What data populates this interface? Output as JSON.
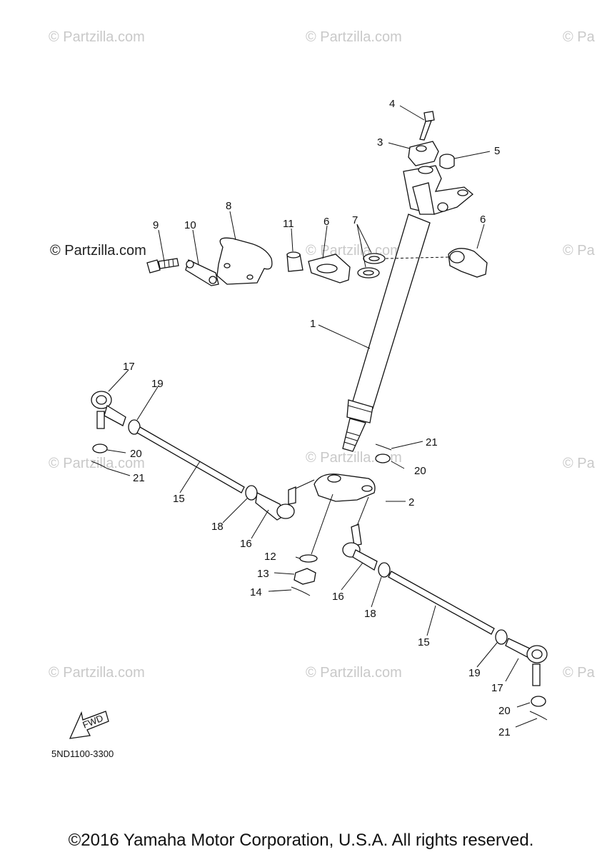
{
  "watermarks": {
    "top_left": "© Partzilla.com",
    "top_mid": "© Partzilla.com",
    "top_right": "© Pa",
    "mid_left": "© Partzilla.com",
    "mid_center": "© Partzilla.com",
    "mid_right": "© Pa",
    "lower_left": "© Partzilla.com",
    "lower_mid": "© Partzilla.com",
    "lower_right": "© Pa",
    "bottom_left": "© Partzilla.com",
    "bottom_mid": "© Partzilla.com",
    "bottom_right": "© Pa"
  },
  "callouts": {
    "c1": "1",
    "c2": "2",
    "c3": "3",
    "c4": "4",
    "c5": "5",
    "c6a": "6",
    "c6b": "6",
    "c7": "7",
    "c8": "8",
    "c9": "9",
    "c10": "10",
    "c11": "11",
    "c12": "12",
    "c13": "13",
    "c14": "14",
    "c15a": "15",
    "c15b": "15",
    "c16a": "16",
    "c16b": "16",
    "c17a": "17",
    "c17b": "17",
    "c18a": "18",
    "c18b": "18",
    "c19a": "19",
    "c19b": "19",
    "c20a": "20",
    "c20b": "20",
    "c20c": "20",
    "c21a": "21",
    "c21b": "21",
    "c21c": "21"
  },
  "fwd_label": "FWD",
  "diagram_code": "5ND1100-3300",
  "copyright": "©2016 Yamaha Motor Corporation, U.S.A. All rights reserved."
}
